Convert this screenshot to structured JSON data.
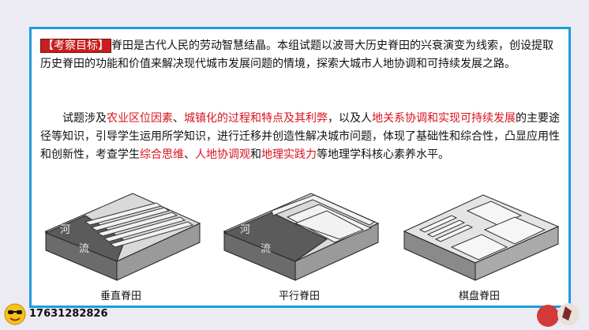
{
  "content": {
    "tag_label": "【考察目标】",
    "p1_text": "脊田是古代人民的劳动智慧结晶。本组试题以波哥大历史脊田的兴衰演变为线索，创设提取历史脊田的功能和价值来解决现代城市发展问题的情境，探索大城市人地协调和可持续发展之路。",
    "p2_parts": [
      {
        "text": "试题涉及",
        "red": false
      },
      {
        "text": "农业区位因素",
        "red": true
      },
      {
        "text": "、",
        "red": false
      },
      {
        "text": "城镇化的过程和特点及其利弊",
        "red": true
      },
      {
        "text": "，以及人",
        "red": false
      },
      {
        "text": "地关系协调和实现可持续发展",
        "red": true
      },
      {
        "text": "的主要途径等知识，引导学生运用所学知识，进行迁移并创造性解决城市问题，体现了基础性和综合性，凸显应用性和创新性，考查学生",
        "red": false
      },
      {
        "text": "综合思维",
        "red": true
      },
      {
        "text": "、",
        "red": false
      },
      {
        "text": "人地协调观",
        "red": true
      },
      {
        "text": "和",
        "red": false
      },
      {
        "text": "地理实践力",
        "red": true
      },
      {
        "text": "等地理学科核心素养水平。",
        "red": false
      }
    ]
  },
  "figures": [
    {
      "caption": "垂直脊田",
      "river_label_1": "河",
      "river_label_2": "流"
    },
    {
      "caption": "平行脊田",
      "river_label_1": "河",
      "river_label_2": "流"
    },
    {
      "caption": "棋盘脊田"
    }
  ],
  "footer": {
    "phone": "17631282826",
    "colors": {
      "frame_border": "#1e9be0",
      "highlight": "#d8121f",
      "tag_bg": "#c81e1e"
    }
  }
}
